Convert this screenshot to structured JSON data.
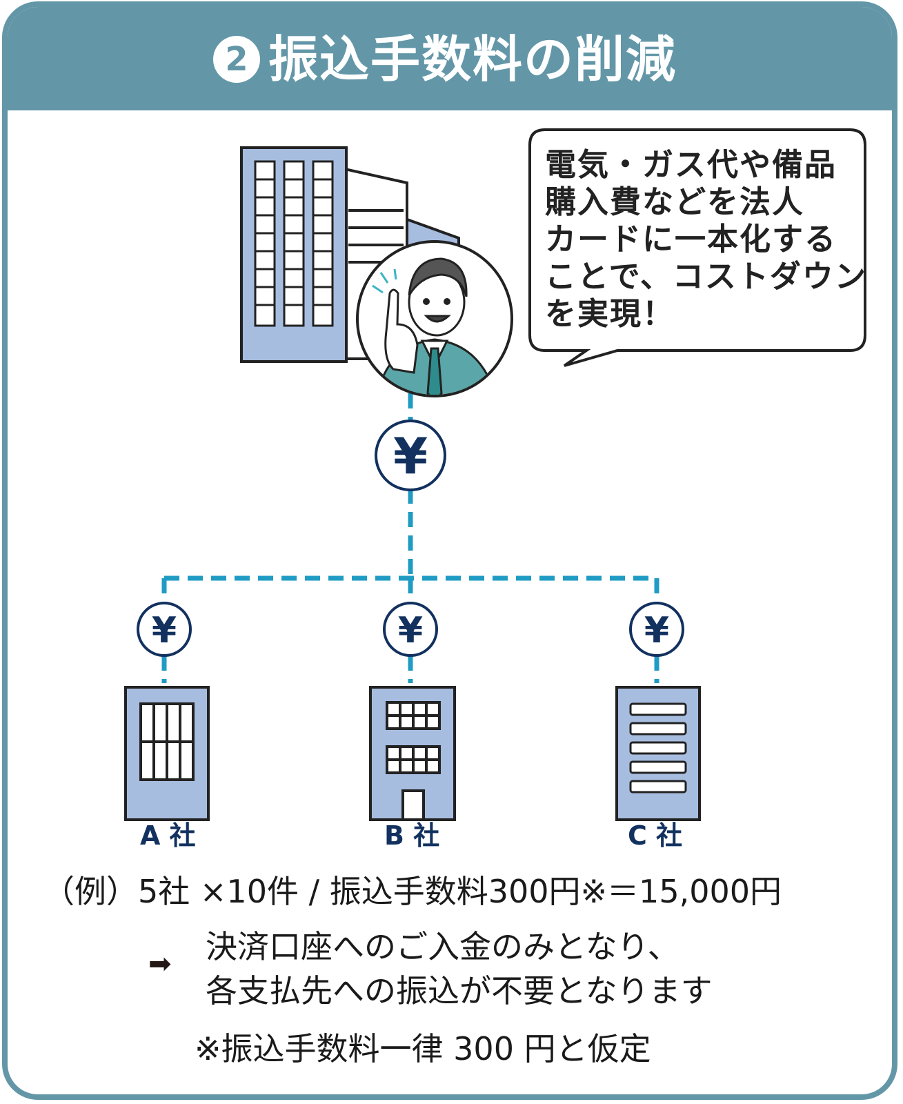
{
  "header": {
    "badge": "2",
    "title": "振込手数料の削減"
  },
  "speech_bubble": {
    "lines": [
      "電気・ガス代や備品",
      "購入費などを法人",
      "カードに一本化する",
      "ことで、コストダウン",
      "を実現！"
    ]
  },
  "yen_symbol": "¥",
  "companies": [
    {
      "label": "A 社"
    },
    {
      "label": "B 社"
    },
    {
      "label": "C 社"
    }
  ],
  "example_line": "（例）5社 ×10件 / 振込手数料300円※＝15,000円",
  "arrow_icon": "➡",
  "result_lines": [
    "決済口座へのご入金のみとなり、",
    "各支払先への振込が不要となります"
  ],
  "footnote": "※振込手数料一律 300 円と仮定",
  "colors": {
    "header": "#6397a8",
    "building_fill": "#a7bde0",
    "outline": "#222222",
    "dashed_line": "#1f9bc4",
    "yen_circle": "#12315f",
    "label_navy": "#12315f"
  }
}
